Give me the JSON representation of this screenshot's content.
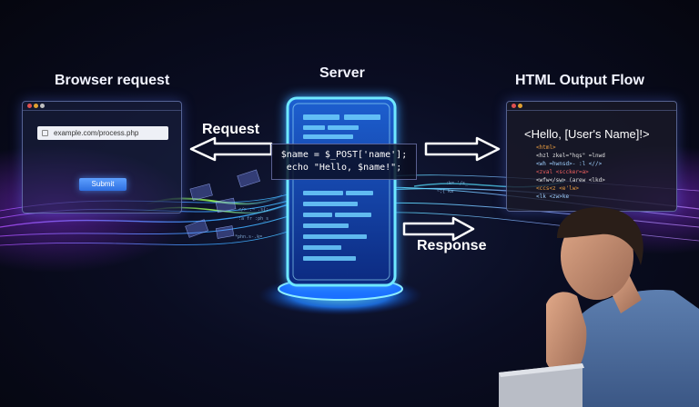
{
  "titles": {
    "browser": "Browser request",
    "server": "Server",
    "output": "HTML Output Flow"
  },
  "browser_window": {
    "url": "example.com/process.php",
    "submit_label": "Submit"
  },
  "server_code": {
    "line1": "$name = $_POST['name'];",
    "line2": "echo \"Hello, $name!\";"
  },
  "arrows": {
    "request_label": "Request",
    "response_label": "Response"
  },
  "output_window": {
    "heading": "<Hello, [User's Name]!>",
    "code_lines": [
      "<html>",
      "  <hzl zkel=\"hqs\" =lnwd",
      "    <wh  =hwnsd>- :l  <//>",
      "  <zval <sccker=a>",
      "    <wfw</sw> (arew <lkd>",
      "  <ccs<z  <e'lw>",
      "    <lk  <zw>ke"
    ]
  },
  "colors": {
    "accent_blue": "#3aa0ff",
    "glow_cyan": "#56e0ff",
    "magenta": "#b04cff"
  }
}
